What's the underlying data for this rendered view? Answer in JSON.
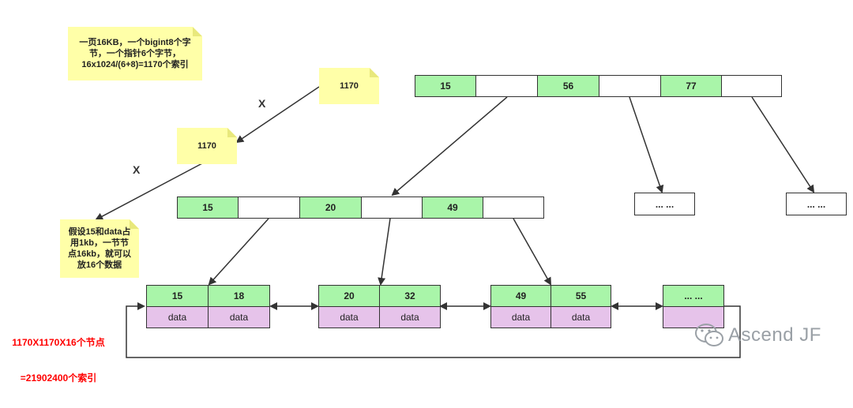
{
  "notes": {
    "info": "一页16KB，一个bigint8个字节，一个指针6个字节，16x1024/(6+8)=1170个索引",
    "info_lines": [
      "一页16KB，一个bigint8个字",
      "节，一个指针6个字节，",
      "16x1024/(6+8)=1170个索引"
    ],
    "top_1170": "1170",
    "mid_1170": "1170",
    "leaf_lines": [
      "假设15和data占",
      "用1kb，一节节",
      "点16kb，就可以",
      "放16个数据"
    ],
    "x1": "X",
    "x2": "X",
    "total_line1": "1170X1170X16个节点",
    "total_line2": "=21902400个索引"
  },
  "root_node": {
    "cells": [
      "15",
      "",
      "56",
      "",
      "77",
      ""
    ]
  },
  "mid_node": {
    "cells": [
      "15",
      "",
      "20",
      "",
      "49",
      ""
    ]
  },
  "placeholders": [
    "... ...",
    "... ..."
  ],
  "leaves": [
    {
      "keys": [
        "15",
        "18"
      ],
      "data": [
        "data",
        "data"
      ]
    },
    {
      "keys": [
        "20",
        "32"
      ],
      "data": [
        "data",
        "data"
      ]
    },
    {
      "keys": [
        "49",
        "55"
      ],
      "data": [
        "data",
        "data"
      ]
    },
    {
      "keys": [
        "... ..."
      ],
      "data": [
        ""
      ]
    }
  ],
  "watermark": "Ascend JF",
  "colors": {
    "key": "#a9f5a9",
    "data": "#e6c3ea",
    "note": "#ffffa8",
    "alert": "#ff0000"
  }
}
